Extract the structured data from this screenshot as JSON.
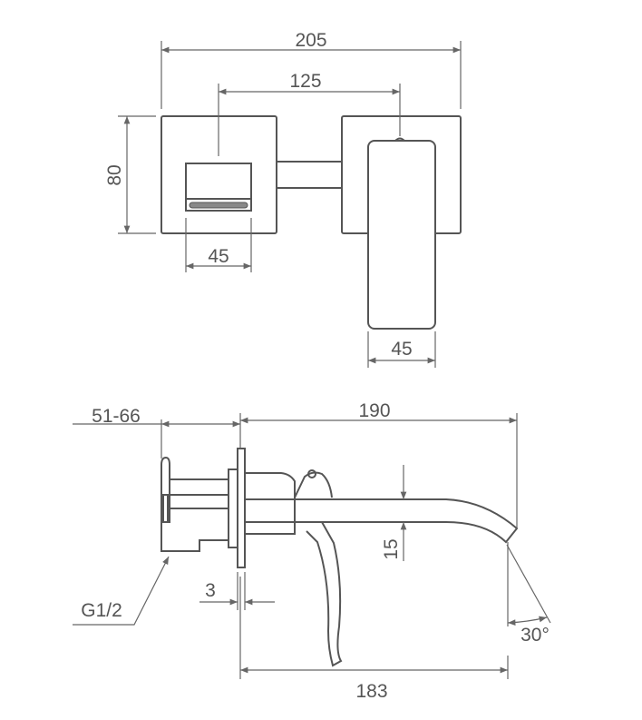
{
  "front_view": {
    "dim_overall_width": "205",
    "dim_center_distance": "125",
    "dim_height": "80",
    "dim_cartridge_width": "45",
    "dim_handle_width": "45"
  },
  "side_view": {
    "dim_wall_depth": "51-66",
    "dim_projection": "190",
    "dim_spout_height": "15",
    "dim_plate_thickness": "3",
    "dim_spout_reach": "183",
    "thread_label": "G1/2",
    "angle_label": "30°"
  }
}
